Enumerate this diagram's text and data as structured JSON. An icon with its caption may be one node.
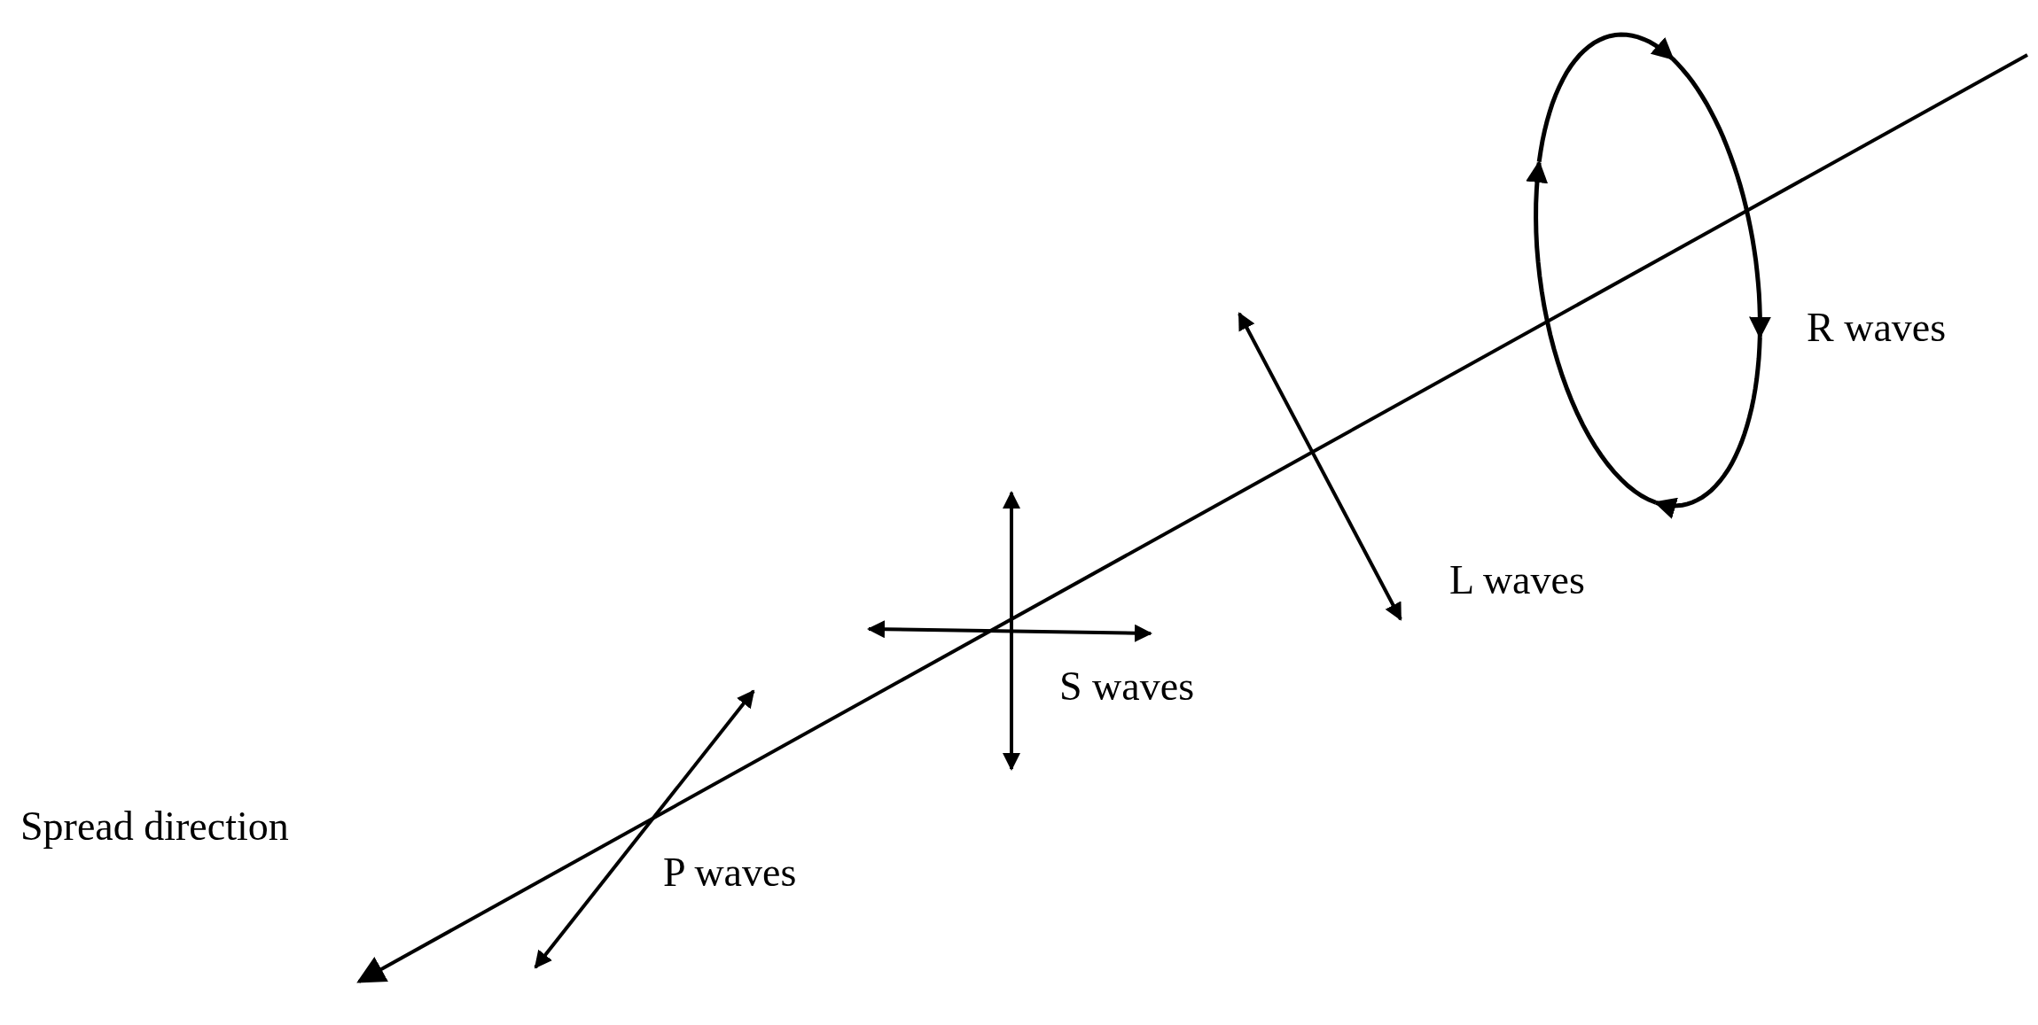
{
  "diagram": {
    "labels": [
      "Spread direction",
      "P waves",
      "S waves",
      "L waves",
      "R waves"
    ]
  }
}
